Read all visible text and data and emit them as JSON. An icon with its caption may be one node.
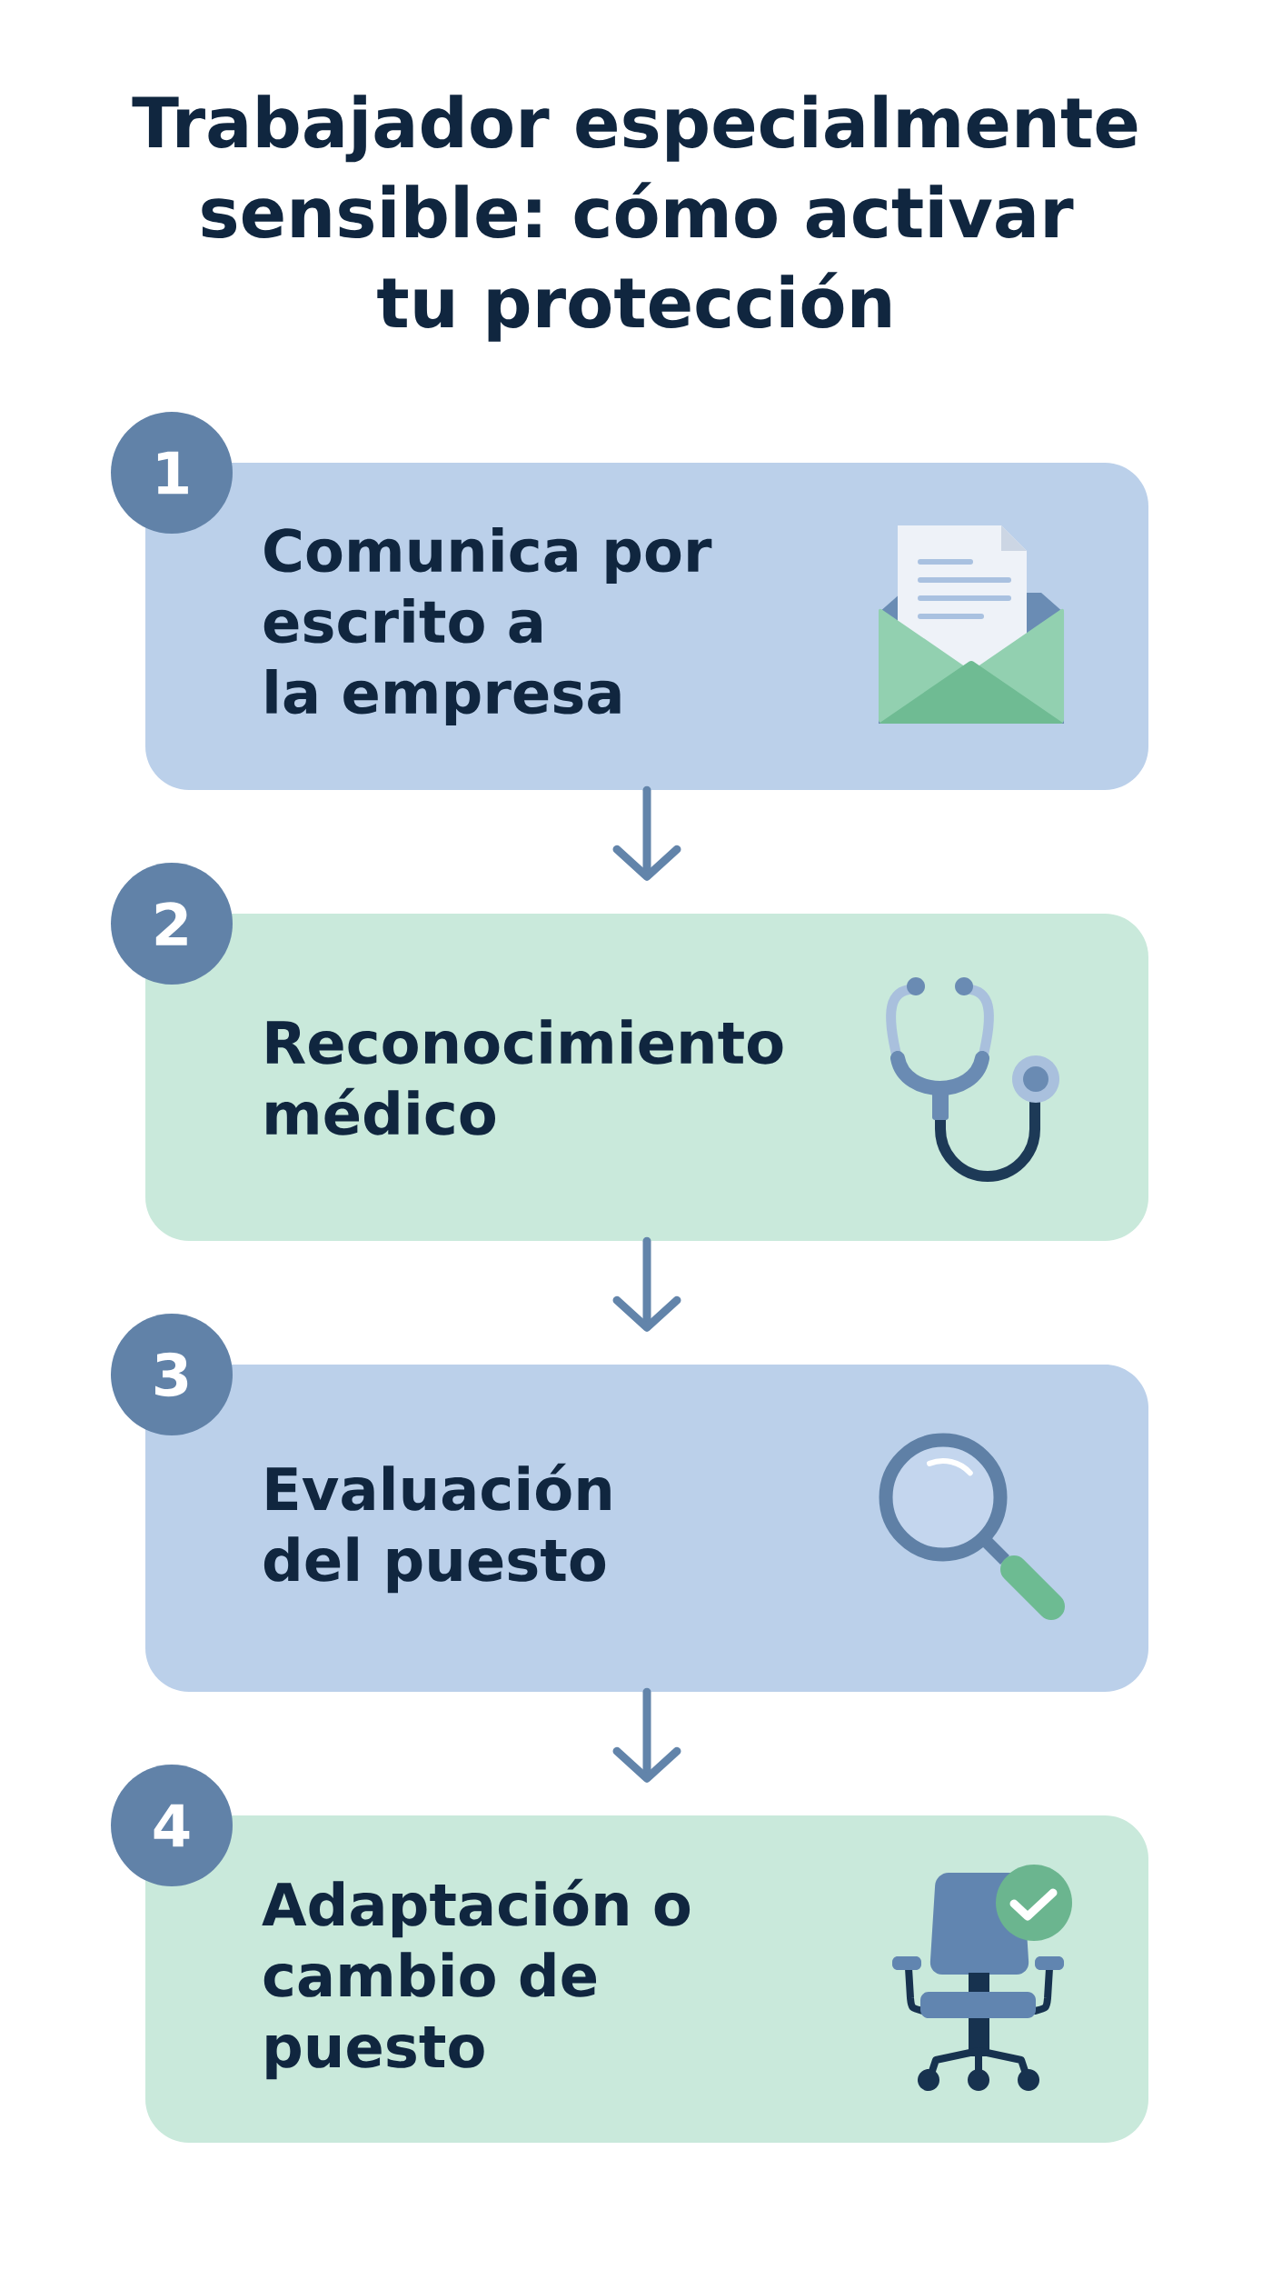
{
  "diagram": {
    "title": "Trabajador especialmente sensible: cómo activar tu protección",
    "nodes": [
      {
        "text": [
          "1"
        ]
      },
      {
        "text": [
          "Comunica por escrito a la empresa"
        ]
      },
      {
        "text": [
          "2"
        ]
      },
      {
        "text": [
          "Reconocimiento médico"
        ]
      },
      {
        "text": [
          "3"
        ]
      },
      {
        "text": [
          "Evaluación del puesto"
        ]
      },
      {
        "text": [
          "4"
        ]
      },
      {
        "text": [
          "Adaptación o cambio de puesto"
        ]
      }
    ],
    "edges": [
      {
        "from": 1,
        "to": 3,
        "arrow": "to"
      },
      {
        "from": 3,
        "to": 5,
        "arrow": "to"
      },
      {
        "from": 5,
        "to": 7,
        "arrow": "to"
      }
    ]
  }
}
